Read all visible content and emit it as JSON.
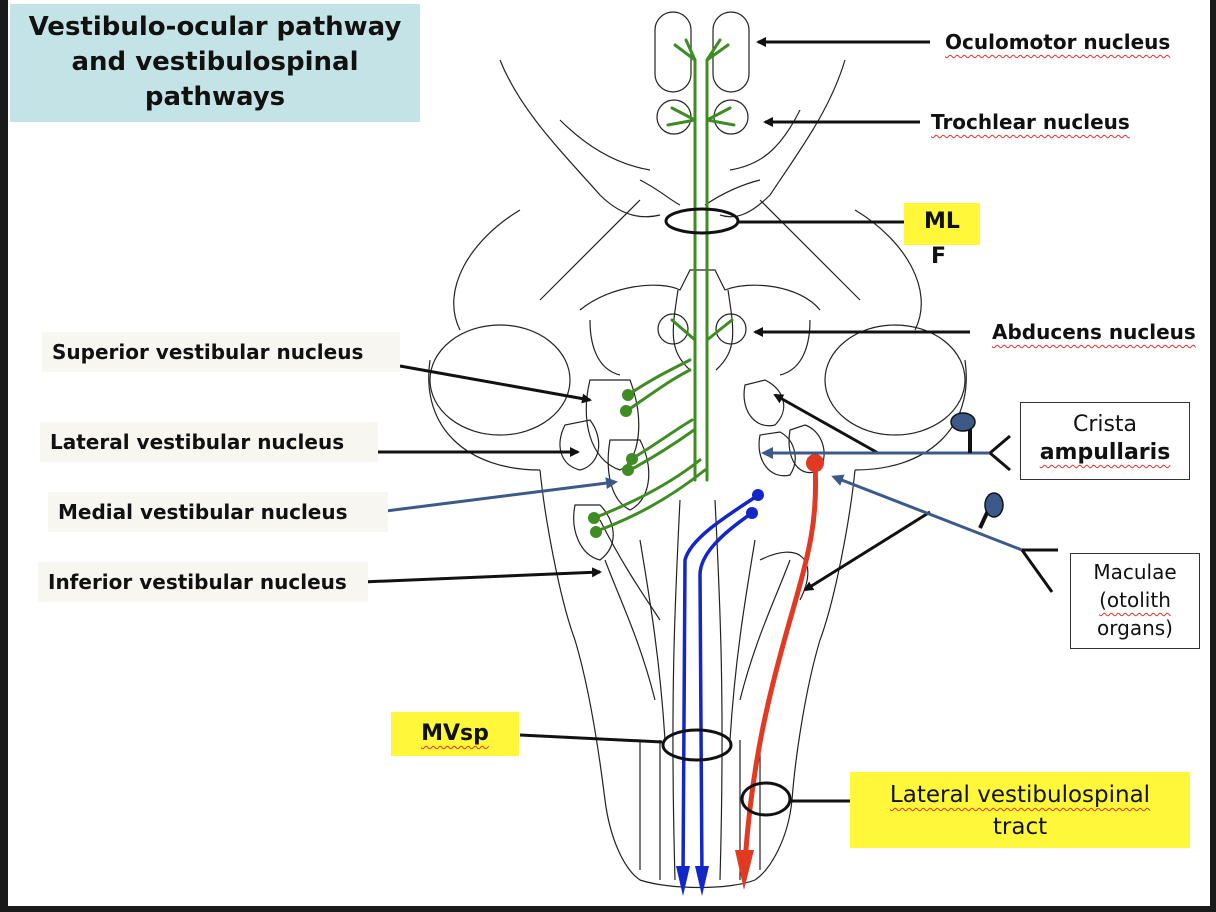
{
  "title": {
    "line1": "Vestibulo-ocular pathway",
    "line2": "and vestibulospinal",
    "line3": "pathways"
  },
  "labels": {
    "oculomotor": "Oculomotor nucleus",
    "trochlear": "Trochlear nucleus",
    "mlf_line1": "ML",
    "mlf_line2": "F",
    "abducens": "Abducens nucleus",
    "superior_vestibular": "Superior vestibular nucleus",
    "lateral_vestibular": "Lateral vestibular nucleus",
    "medial_vestibular": "Medial vestibular nucleus",
    "inferior_vestibular": "Inferior vestibular nucleus",
    "crista_line1": "Crista",
    "crista_line2": "ampullaris",
    "maculae_line1": "Maculae",
    "maculae_line2": "(otolith",
    "maculae_line3": "organs)",
    "mvsp": "MVsp",
    "lvst_line1": "Lateral vestibulospinal",
    "lvst_line2": "tract"
  },
  "colors": {
    "title_bg": "#c4e3e6",
    "highlight": "#fff83a",
    "vestibulo_ocular": "#3e8c22",
    "medial_vestibulospinal": "#1326c8",
    "lateral_vestibulospinal": "#e23a22",
    "afferent": "#3b5a8a"
  }
}
